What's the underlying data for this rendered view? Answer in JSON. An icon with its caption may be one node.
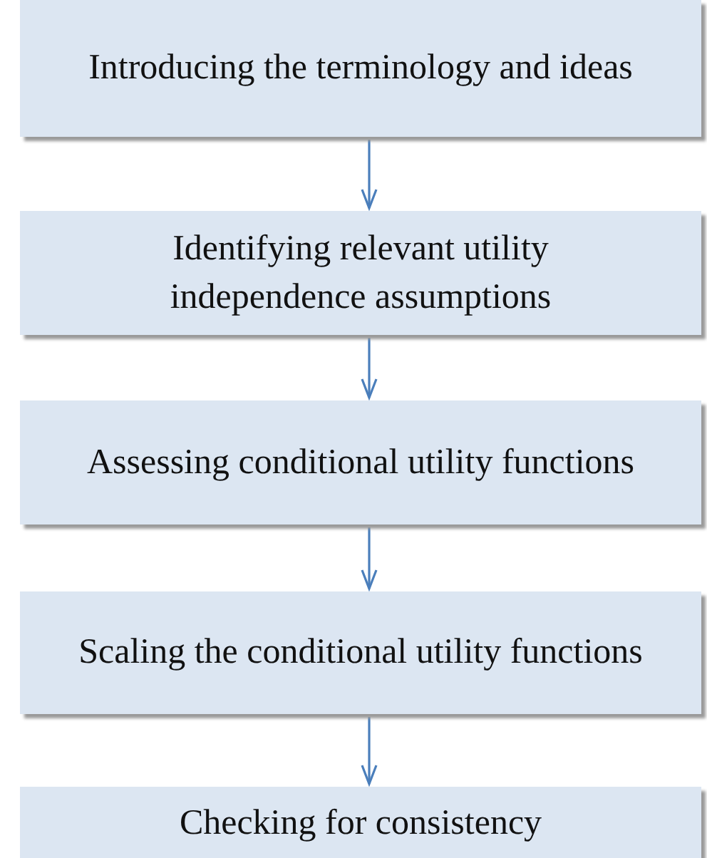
{
  "diagram": {
    "nodes": [
      {
        "text": [
          "Introducing the terminology and ideas"
        ]
      },
      {
        "text": [
          "Identifying relevant utility independence assumptions"
        ]
      },
      {
        "text": [
          "Assessing conditional utility functions"
        ]
      },
      {
        "text": [
          "Scaling the conditional utility functions"
        ]
      },
      {
        "text": [
          "Checking for consistency"
        ]
      }
    ],
    "edges": [
      {
        "from": 0,
        "to": 1,
        "arrow": "to"
      },
      {
        "from": 1,
        "to": 2,
        "arrow": "to"
      },
      {
        "from": 2,
        "to": 3,
        "arrow": "to"
      },
      {
        "from": 3,
        "to": 4,
        "arrow": "to"
      }
    ]
  }
}
